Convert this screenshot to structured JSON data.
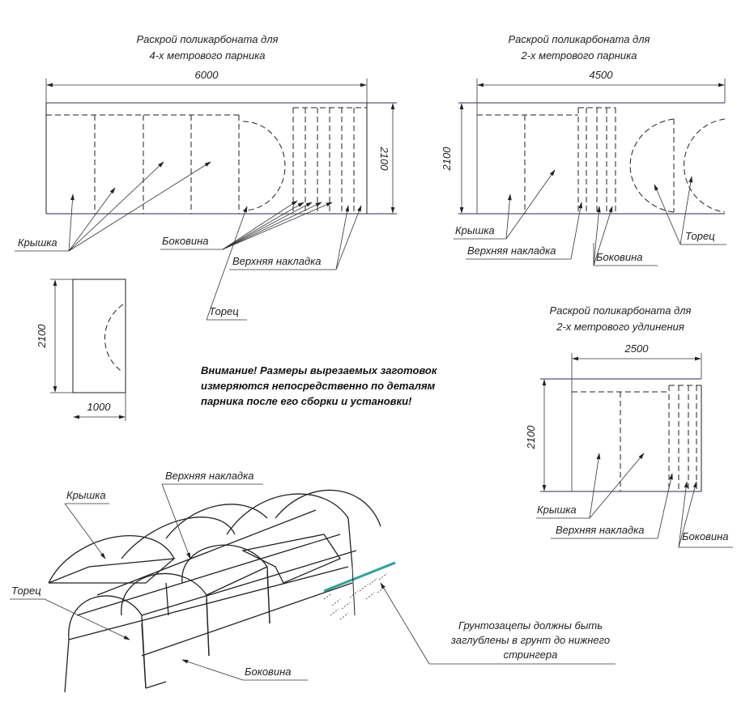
{
  "drawing_4m": {
    "title_line1": "Раскрой поликарбоната для",
    "title_line2": "4-х метрового парника",
    "width_dim": "6000",
    "height_dim": "2100",
    "label_roof": "Крышка",
    "label_side": "Боковина",
    "label_top_strip": "Верхняя накладка",
    "label_end": "Торец"
  },
  "drawing_2m": {
    "title_line1": "Раскрой поликарбоната для",
    "title_line2": "2-х метрового парника",
    "width_dim": "4500",
    "height_dim": "2100",
    "label_roof": "Крышка",
    "label_top_strip": "Верхняя накладка",
    "label_side": "Боковина",
    "label_end": "Торец"
  },
  "drawing_end": {
    "height_dim": "2100",
    "width_dim": "1000"
  },
  "drawing_ext": {
    "title_line1": "Раскрой поликарбоната для",
    "title_line2": "2-х метрового удлинения",
    "width_dim": "2500",
    "height_dim": "2100",
    "label_roof": "Крышка",
    "label_top_strip": "Верхняя накладка",
    "label_side": "Боковина"
  },
  "warning": {
    "line1": "Внимание! Размеры вырезаемых заготовок",
    "line2": "измеряются непосредственно по деталям",
    "line3": "парника после его сборки и установки!"
  },
  "isometric": {
    "label_roof": "Крышка",
    "label_top_strip": "Верхняя накладка",
    "label_end": "Торец",
    "label_side": "Боковина",
    "note_line1": "Грунтозацепы должны быть",
    "note_line2": "заглублены в грунт до нижнего",
    "note_line3": "стрингера"
  },
  "colors": {
    "frame_line": "#55557a",
    "ground_line": "#2aa198"
  }
}
